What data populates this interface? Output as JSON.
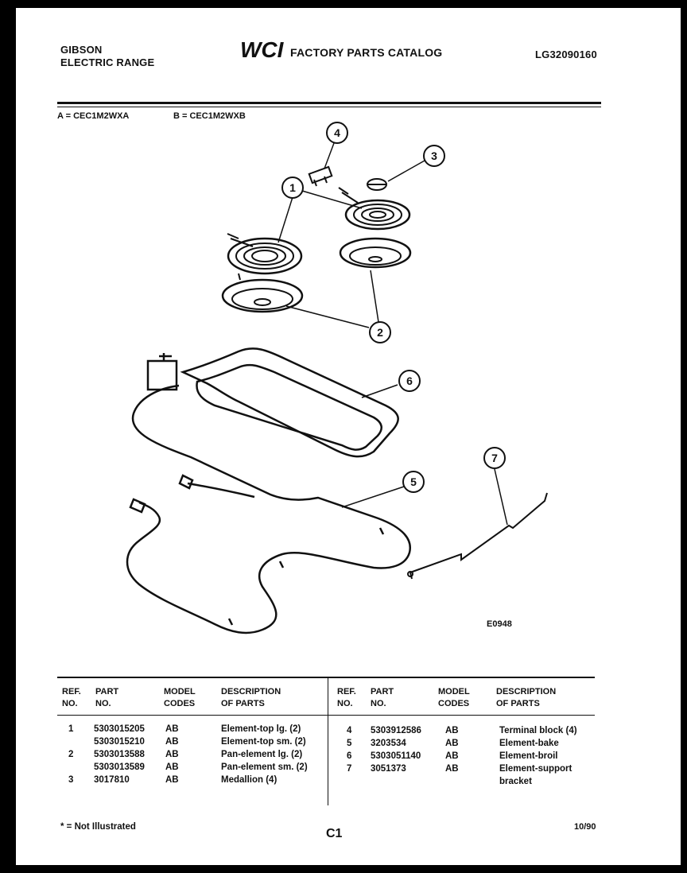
{
  "header": {
    "brand_line1": "GIBSON",
    "brand_line2": "ELECTRIC RANGE",
    "logo_text": "WCI",
    "catalog_title": "FACTORY PARTS CATALOG",
    "catalog_number": "LG32090160"
  },
  "models": {
    "a": "A = CEC1M2WXA",
    "b": "B = CEC1M2WXB"
  },
  "callouts": [
    "1",
    "2",
    "3",
    "4",
    "5",
    "6",
    "7"
  ],
  "figure_code": "E0948",
  "table": {
    "headers_left": {
      "ref": [
        "REF.",
        "NO."
      ],
      "part": [
        "PART",
        "NO."
      ],
      "model": [
        "MODEL",
        "CODES"
      ],
      "desc": [
        "DESCRIPTION",
        "OF PARTS"
      ]
    },
    "headers_right": {
      "ref": [
        "REF.",
        "NO."
      ],
      "part": [
        "PART",
        "NO."
      ],
      "model": [
        "MODEL",
        "CODES"
      ],
      "desc": [
        "DESCRIPTION",
        "OF PARTS"
      ]
    },
    "left_rows": [
      {
        "ref": "1",
        "part": "5303015205",
        "model": "AB",
        "desc": "Element-top lg. (2)"
      },
      {
        "ref": "",
        "part": "5303015210",
        "model": "AB",
        "desc": "Element-top sm. (2)"
      },
      {
        "ref": "2",
        "part": "5303013588",
        "model": "AB",
        "desc": "Pan-element lg. (2)"
      },
      {
        "ref": "",
        "part": "5303013589",
        "model": "AB",
        "desc": "Pan-element sm. (2)"
      },
      {
        "ref": "3",
        "part": "3017810",
        "model": "AB",
        "desc": "Medallion (4)"
      }
    ],
    "right_rows": [
      {
        "ref": "4",
        "part": "5303912586",
        "model": "AB",
        "desc": "Terminal block (4)"
      },
      {
        "ref": "5",
        "part": "3203534",
        "model": "AB",
        "desc": "Element-bake"
      },
      {
        "ref": "6",
        "part": "5303051140",
        "model": "AB",
        "desc": "Element-broil"
      },
      {
        "ref": "7",
        "part": "3051373",
        "model": "AB",
        "desc": "Element-support",
        "desc2": "bracket"
      }
    ]
  },
  "footer": {
    "note": "* = Not Illustrated",
    "page": "C1",
    "date": "10/90"
  }
}
